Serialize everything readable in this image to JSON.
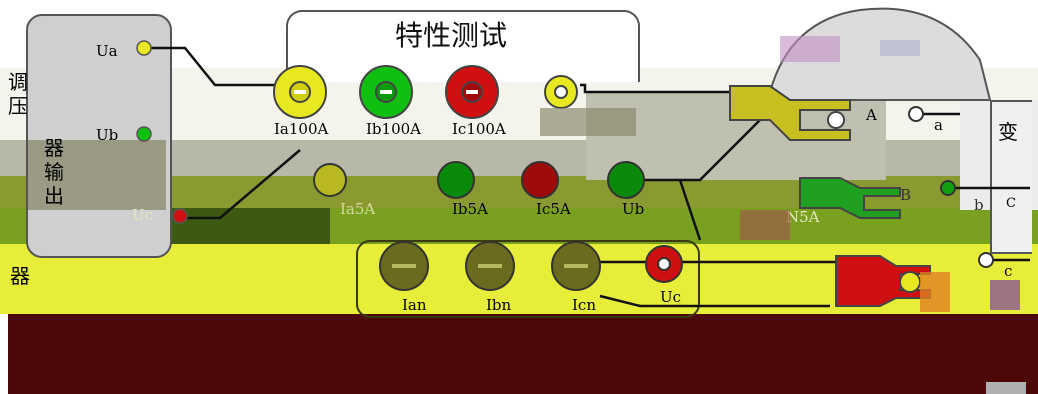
{
  "panel": {
    "title": "特性测试",
    "top_row": [
      "Ia100A",
      "Ib100A",
      "Ic100A"
    ],
    "mid_row": [
      "Ia5A",
      "Ib5A",
      "Ic5A",
      "Ub"
    ],
    "bottom_row": [
      "Ian",
      "Ibn",
      "Icn",
      "Uc"
    ],
    "mid_label": "N5A"
  },
  "regulator": {
    "ports": [
      "Ua",
      "Ub",
      "Uc"
    ],
    "vertical_label": [
      "调",
      "压",
      "器",
      "输",
      "出"
    ],
    "side_label": "器"
  },
  "transformer": {
    "primary": [
      "A",
      "B",
      "C"
    ],
    "secondary": [
      "a",
      "b",
      "c"
    ],
    "label": "变"
  },
  "colors": {
    "yellow": "#e8e820",
    "green": "#10c010",
    "red": "#d01010",
    "olive": "#6b6b20",
    "dark_red": "#4a0808",
    "lime": "#e6ee3a"
  }
}
